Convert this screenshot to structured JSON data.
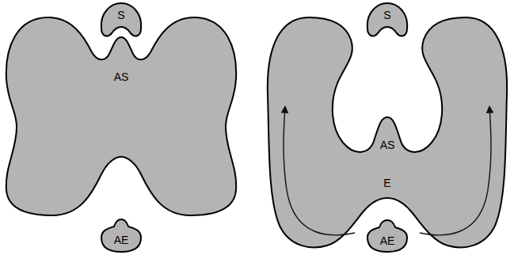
{
  "diagram": {
    "nodes": [
      {
        "text": [
          "S"
        ]
      },
      {
        "text": [
          "AS"
        ]
      },
      {
        "text": [
          "AE"
        ]
      },
      {
        "text": [
          "S"
        ]
      },
      {
        "text": [
          "AS",
          "E"
        ]
      },
      {
        "text": [
          "AE"
        ]
      }
    ]
  }
}
